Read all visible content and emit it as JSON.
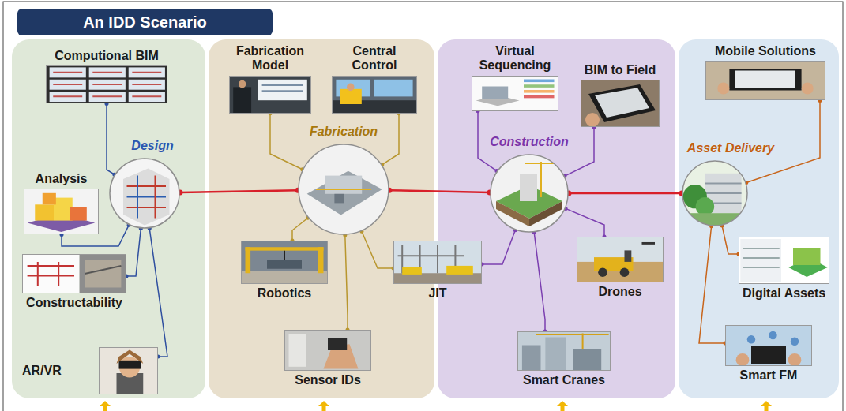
{
  "diagram": {
    "title": "An IDD Scenario",
    "nodes": [
      {
        "text": [
          "Computional BIM"
        ]
      },
      {
        "text": [
          "Design"
        ]
      },
      {
        "text": [
          "Analysis"
        ]
      },
      {
        "text": [
          "Constructability"
        ]
      },
      {
        "text": [
          "AR/VR"
        ]
      },
      {
        "text": [
          "Fabrication Model"
        ]
      },
      {
        "text": [
          "Central Control"
        ]
      },
      {
        "text": [
          "Fabrication"
        ]
      },
      {
        "text": [
          "Robotics"
        ]
      },
      {
        "text": [
          "JIT"
        ]
      },
      {
        "text": [
          "Sensor IDs"
        ]
      },
      {
        "text": [
          "Virtual Sequencing"
        ]
      },
      {
        "text": [
          "BIM to Field"
        ]
      },
      {
        "text": [
          "Construction"
        ]
      },
      {
        "text": [
          "Drones"
        ]
      },
      {
        "text": [
          "Smart Cranes"
        ]
      },
      {
        "text": [
          "Mobile Solutions"
        ]
      },
      {
        "text": [
          "Asset Delivery"
        ]
      },
      {
        "text": [
          "Digital Assets"
        ]
      },
      {
        "text": [
          "Smart FM"
        ]
      }
    ],
    "edges": [
      {
        "from": 1,
        "to": 7,
        "arrow": "none"
      },
      {
        "from": 7,
        "to": 13,
        "arrow": "none"
      },
      {
        "from": 13,
        "to": 17,
        "arrow": "none"
      },
      {
        "from": 1,
        "to": 0,
        "arrow": "none"
      },
      {
        "from": 1,
        "to": 2,
        "arrow": "none"
      },
      {
        "from": 1,
        "to": 3,
        "arrow": "none"
      },
      {
        "from": 1,
        "to": 4,
        "arrow": "none"
      },
      {
        "from": 7,
        "to": 5,
        "arrow": "none"
      },
      {
        "from": 7,
        "to": 6,
        "arrow": "none"
      },
      {
        "from": 7,
        "to": 8,
        "arrow": "none"
      },
      {
        "from": 7,
        "to": 9,
        "arrow": "none"
      },
      {
        "from": 7,
        "to": 10,
        "arrow": "none"
      },
      {
        "from": 13,
        "to": 11,
        "arrow": "none"
      },
      {
        "from": 13,
        "to": 12,
        "arrow": "none"
      },
      {
        "from": 13,
        "to": 9,
        "arrow": "none"
      },
      {
        "from": 13,
        "to": 14,
        "arrow": "none"
      },
      {
        "from": 13,
        "to": 15,
        "arrow": "none"
      },
      {
        "from": 17,
        "to": 16,
        "arrow": "none"
      },
      {
        "from": 17,
        "to": 18,
        "arrow": "none"
      },
      {
        "from": 17,
        "to": 19,
        "arrow": "none"
      }
    ]
  }
}
